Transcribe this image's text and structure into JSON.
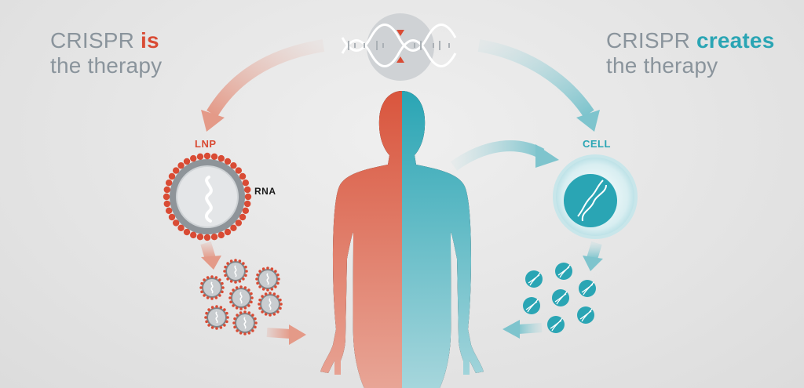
{
  "left_heading": {
    "line1_plain": "CRISPR ",
    "line1_strong": "is",
    "line2": "the therapy"
  },
  "right_heading": {
    "line1_plain": "CRISPR ",
    "line1_strong": "creates",
    "line2": "the therapy"
  },
  "labels": {
    "lnp": "LNP",
    "rna": "RNA",
    "cell": "CELL"
  },
  "colors": {
    "red": "#d94b34",
    "teal": "#2aa5b4",
    "gray_text": "#8a949c",
    "background": "#e6e6e6"
  },
  "icons": [
    "dna-icon",
    "human-silhouette-icon",
    "lipid-nanoparticle-icon",
    "cell-icon"
  ]
}
